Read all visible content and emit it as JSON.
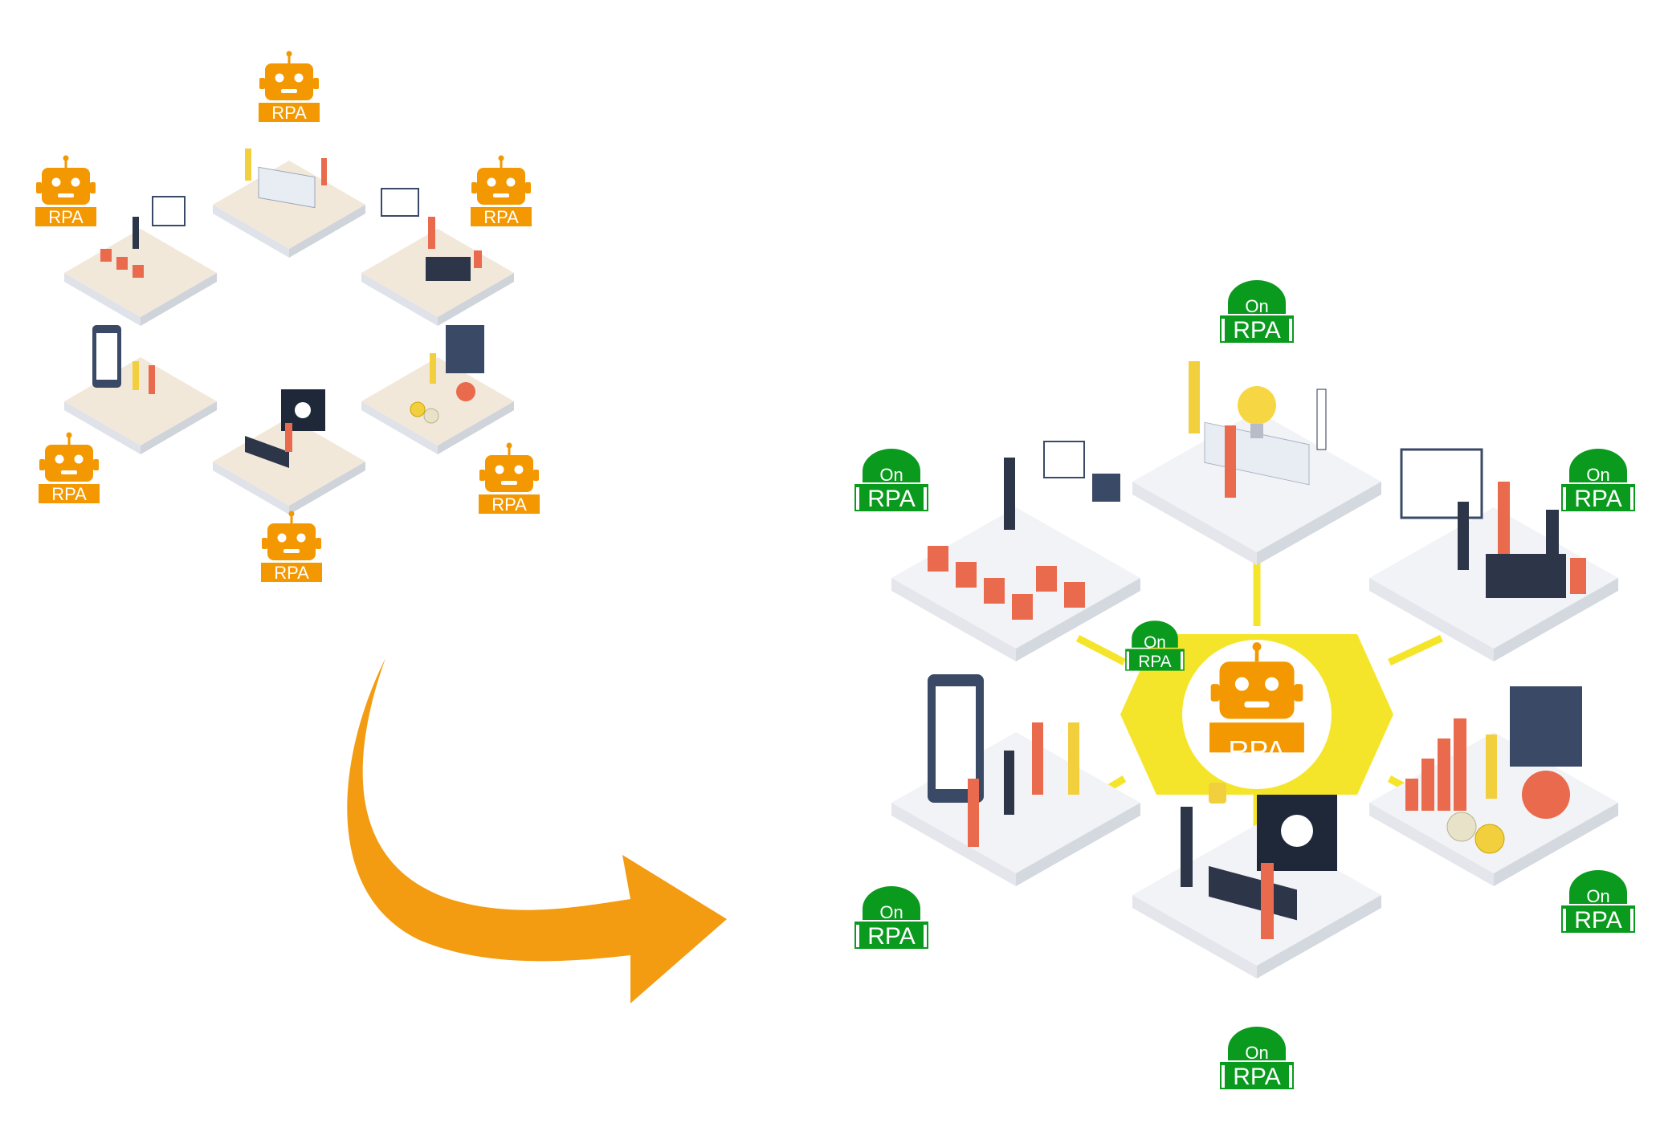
{
  "colors": {
    "robot_orange": "#F39800",
    "on_green": "#0A9A1E",
    "hub_yellow": "#F5E52A",
    "arrow_orange": "#F39C12",
    "tile_left_beige": "#F2E8DA",
    "tile_right_gray": "#F2F3F6"
  },
  "left_cluster": {
    "badges": [
      {
        "label": "RPA"
      },
      {
        "label": "RPA"
      },
      {
        "label": "RPA"
      },
      {
        "label": "RPA"
      },
      {
        "label": "RPA"
      },
      {
        "label": "RPA"
      }
    ],
    "tiles": [
      {
        "icon": "idea-table-icon"
      },
      {
        "icon": "office-desk-icon"
      },
      {
        "icon": "finance-chart-icon"
      },
      {
        "icon": "computer-security-icon"
      },
      {
        "icon": "mobile-app-icon"
      },
      {
        "icon": "meeting-presentation-icon"
      }
    ]
  },
  "transition_arrow": {
    "icon": "curved-arrow-icon"
  },
  "right_cluster": {
    "hub": {
      "label": "RPA",
      "icon": "robot-icon"
    },
    "hub_badge": {
      "top": "On",
      "bottom": "RPA"
    },
    "on_badges": [
      {
        "top": "On",
        "bottom": "RPA"
      },
      {
        "top": "On",
        "bottom": "RPA"
      },
      {
        "top": "On",
        "bottom": "RPA"
      },
      {
        "top": "On",
        "bottom": "RPA"
      },
      {
        "top": "On",
        "bottom": "RPA"
      },
      {
        "top": "On",
        "bottom": "RPA"
      }
    ],
    "tiles": [
      {
        "icon": "idea-table-icon"
      },
      {
        "icon": "office-desk-icon"
      },
      {
        "icon": "finance-chart-icon"
      },
      {
        "icon": "computer-security-icon"
      },
      {
        "icon": "mobile-app-icon"
      },
      {
        "icon": "meeting-presentation-icon"
      }
    ]
  }
}
